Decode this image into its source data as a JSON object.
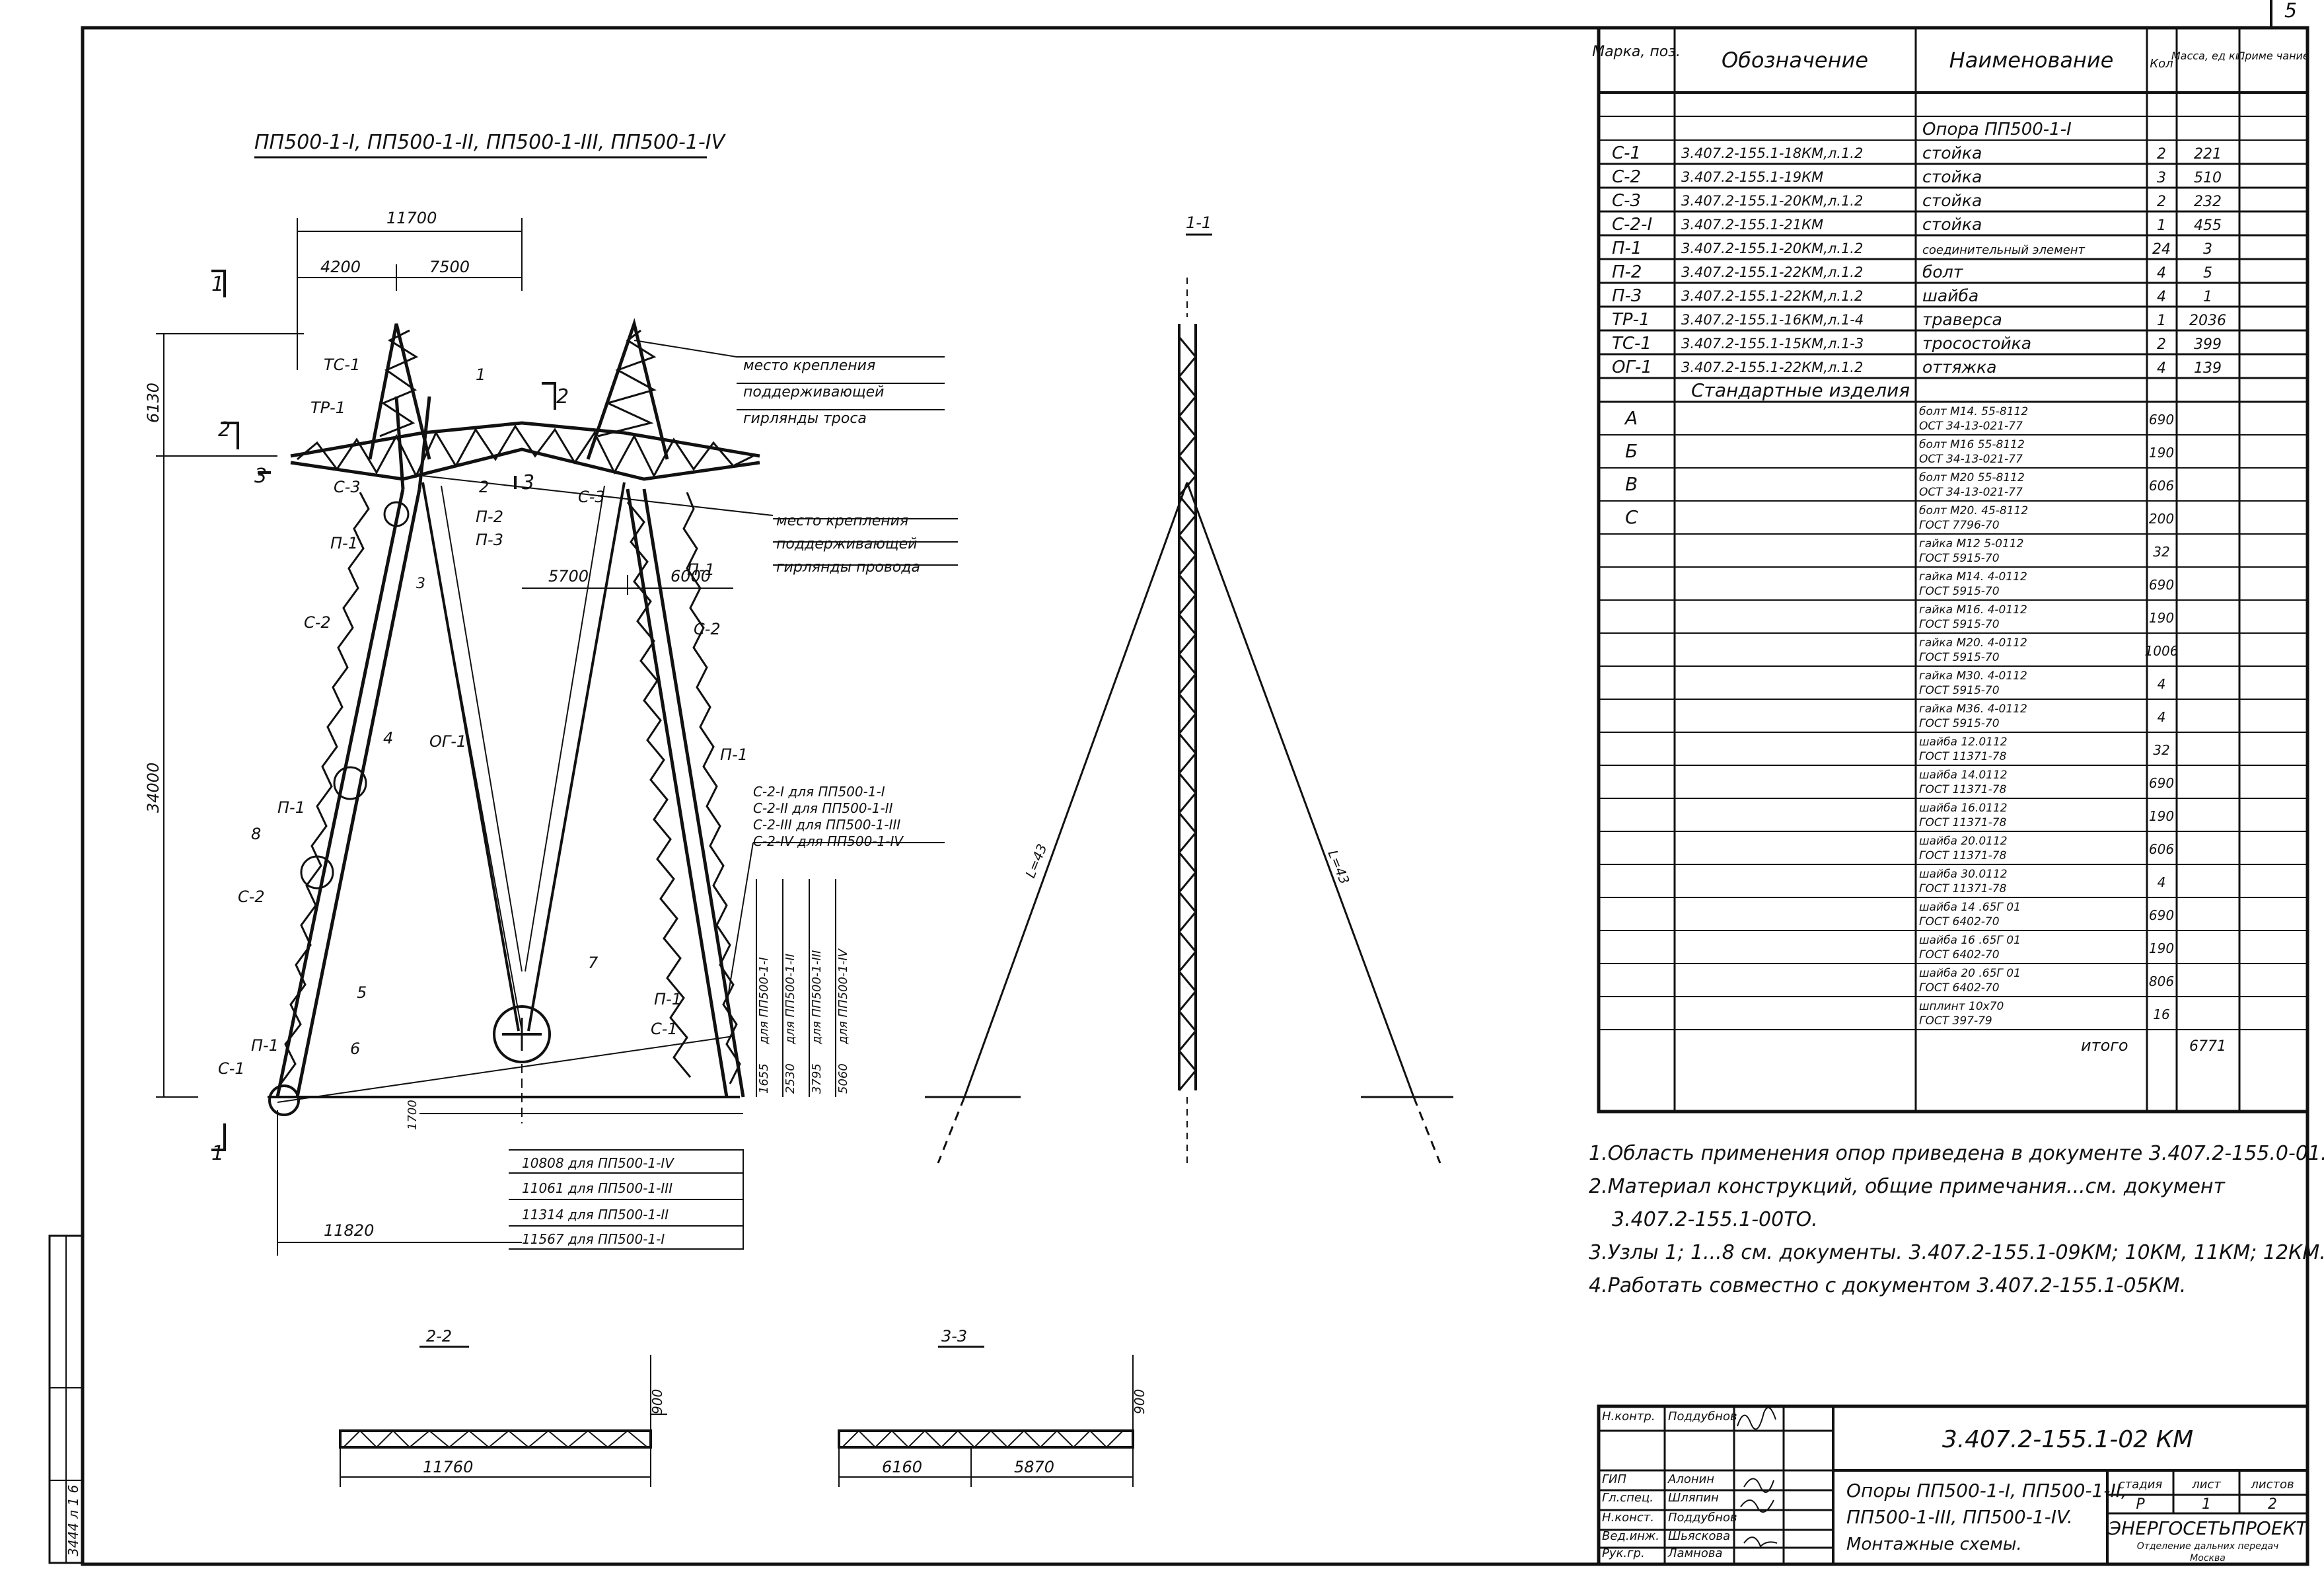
{
  "sheet_number": "5",
  "drawing_title": "ПП500-1-I, ПП500-1-II, ПП500-1-III, ПП500-1-IV",
  "section_labels": {
    "s11": "1-1",
    "s22": "2-2",
    "s33": "3-3",
    "cut1": "1",
    "cut2": "2",
    "cut3": "3"
  },
  "front_view": {
    "dims_top": {
      "total": "11700",
      "left": "4200",
      "right": "7500"
    },
    "dim_left_top": "6130",
    "dim_height": "34000",
    "dims_middle": {
      "a": "5700",
      "b": "6000"
    },
    "dim_bottom_left": "11820",
    "dim_small": "1700",
    "parts": {
      "tp1": "ТР-1",
      "tc1": "ТС-1",
      "c3": "С-3",
      "c3b": "С-3",
      "p1": "П-1",
      "p2": "П-2",
      "p3": "П-3",
      "c2": "С-2",
      "c2r": "С-2",
      "og1": "ОГ-1",
      "c1": "С-1",
      "c1r": "С-1",
      "n1": "1",
      "n2": "2",
      "n3": "3",
      "n4": "4",
      "n5": "5",
      "n6": "6",
      "n7": "7",
      "n8": "8"
    },
    "note_cable": [
      "место крепления",
      "поддерживающей",
      "гирлянды троса"
    ],
    "note_wire": [
      "место крепления",
      "поддерживающей",
      "гирлянды провода"
    ],
    "variants_c2": [
      "С-2-I для ПП500-1-I",
      "С-2-II для ПП500-1-II",
      "С-2-III для ПП500-1-III",
      "С-2-IV для ПП500-1-IV"
    ],
    "vertical_dims": [
      {
        "value": "1655",
        "label": "для ПП500-1-I"
      },
      {
        "value": "2530",
        "label": "для ПП500-1-II"
      },
      {
        "value": "3795",
        "label": "для ПП500-1-III"
      },
      {
        "value": "5060",
        "label": "для ПП500-1-IV"
      }
    ],
    "base_dims": [
      "10808 для ПП500-1-IV",
      "11061 для ПП500-1-III",
      "11314 для ПП500-1-II",
      "11567 для ПП500-1-I"
    ]
  },
  "side_view": {
    "guy_left": "L=43",
    "guy_right": "L=43"
  },
  "section_22": {
    "dim": "11760",
    "height": "900"
  },
  "section_33": {
    "dim_a": "6160",
    "dim_b": "5870",
    "height": "900"
  },
  "table": {
    "headers": [
      "Марка, поз.",
      "Обозначение",
      "Наименование",
      "Кол",
      "Масса, ед кг.",
      "Приме чание"
    ],
    "group_title": "Опора ПП500-1-I",
    "rows": [
      {
        "mark": "С-1",
        "code": "3.407.2-155.1-18КМ,л.1.2",
        "name": "стойка",
        "qty": "2",
        "mass": "221"
      },
      {
        "mark": "С-2",
        "code": "3.407.2-155.1-19КМ",
        "name": "стойка",
        "qty": "3",
        "mass": "510"
      },
      {
        "mark": "С-3",
        "code": "3.407.2-155.1-20КМ,л.1.2",
        "name": "стойка",
        "qty": "2",
        "mass": "232"
      },
      {
        "mark": "С-2-I",
        "code": "3.407.2-155.1-21КМ",
        "name": "стойка",
        "qty": "1",
        "mass": "455"
      },
      {
        "mark": "П-1",
        "code": "3.407.2-155.1-20КМ,л.1.2",
        "name": "соединительный элемент",
        "qty": "24",
        "mass": "3"
      },
      {
        "mark": "П-2",
        "code": "3.407.2-155.1-22КМ,л.1.2",
        "name": "болт",
        "qty": "4",
        "mass": "5"
      },
      {
        "mark": "П-3",
        "code": "3.407.2-155.1-22КМ,л.1.2",
        "name": "шайба",
        "qty": "4",
        "mass": "1"
      },
      {
        "mark": "ТР-1",
        "code": "3.407.2-155.1-16КМ,л.1-4",
        "name": "траверса",
        "qty": "1",
        "mass": "2036"
      },
      {
        "mark": "ТС-1",
        "code": "3.407.2-155.1-15КМ,л.1-3",
        "name": "тросостойка",
        "qty": "2",
        "mass": "399"
      },
      {
        "mark": "ОГ-1",
        "code": "3.407.2-155.1-22КМ,л.1.2",
        "name": "оттяжка",
        "qty": "4",
        "mass": "139"
      }
    ],
    "std_title": "Стандартные изделия",
    "std_rows": [
      {
        "mark": "А",
        "name": [
          "болт М14. 55-8112",
          "ОСТ 34-13-021-77"
        ],
        "qty": "690"
      },
      {
        "mark": "Б",
        "name": [
          "болт М16 55-8112",
          "ОСТ 34-13-021-77"
        ],
        "qty": "190"
      },
      {
        "mark": "В",
        "name": [
          "болт М20 55-8112",
          "ОСТ 34-13-021-77"
        ],
        "qty": "606"
      },
      {
        "mark": "С",
        "name": [
          "болт М20. 45-8112",
          "ГОСТ 7796-70"
        ],
        "qty": "200"
      },
      {
        "mark": "",
        "name": [
          "гайка М12 5-0112",
          "ГОСТ 5915-70"
        ],
        "qty": "32"
      },
      {
        "mark": "",
        "name": [
          "гайка М14. 4-0112",
          "ГОСТ 5915-70"
        ],
        "qty": "690"
      },
      {
        "mark": "",
        "name": [
          "гайка М16. 4-0112",
          "ГОСТ 5915-70"
        ],
        "qty": "190"
      },
      {
        "mark": "",
        "name": [
          "гайка М20. 4-0112",
          "ГОСТ 5915-70"
        ],
        "qty": "1006"
      },
      {
        "mark": "",
        "name": [
          "гайка М30. 4-0112",
          "ГОСТ 5915-70"
        ],
        "qty": "4"
      },
      {
        "mark": "",
        "name": [
          "гайка М36. 4-0112",
          "ГОСТ 5915-70"
        ],
        "qty": "4"
      },
      {
        "mark": "",
        "name": [
          "шайба 12.0112",
          "ГОСТ 11371-78"
        ],
        "qty": "32"
      },
      {
        "mark": "",
        "name": [
          "шайба 14.0112",
          "ГОСТ 11371-78"
        ],
        "qty": "690"
      },
      {
        "mark": "",
        "name": [
          "шайба 16.0112",
          "ГОСТ 11371-78"
        ],
        "qty": "190"
      },
      {
        "mark": "",
        "name": [
          "шайба 20.0112",
          "ГОСТ 11371-78"
        ],
        "qty": "606"
      },
      {
        "mark": "",
        "name": [
          "шайба 30.0112",
          "ГОСТ 11371-78"
        ],
        "qty": "4"
      },
      {
        "mark": "",
        "name": [
          "шайба 14 .65Г 01",
          "ГОСТ 6402-70"
        ],
        "qty": "690"
      },
      {
        "mark": "",
        "name": [
          "шайба 16 .65Г 01",
          "ГОСТ 6402-70"
        ],
        "qty": "190"
      },
      {
        "mark": "",
        "name": [
          "шайба 20 .65Г 01",
          "ГОСТ 6402-70"
        ],
        "qty": "806"
      },
      {
        "mark": "",
        "name": [
          "шплинт 10х70",
          "ГОСТ 397-79"
        ],
        "qty": "16"
      }
    ],
    "total_label": "итого",
    "total_value": "6771"
  },
  "notes": [
    "1.Область применения опор приведена в документе 3.407.2-155.0-01.",
    "2.Материал конструкций, общие примечания...см. документ",
    "3.407.2-155.1-00ТО.",
    "3.Узлы 1; 1...8 см. документы. 3.407.2-155.1-09КМ; 10КМ, 11КМ; 12КМ.",
    "4.Работать совместно с документом 3.407.2-155.1-05КМ."
  ],
  "title_block": {
    "doc_code": "3.407.2-155.1-02 КМ",
    "title_lines": [
      "Опоры ПП500-1-I, ПП500-1-II,",
      "ПП500-1-III, ПП500-1-IV.",
      "Монтажные схемы."
    ],
    "stage_labels": [
      "стадия",
      "лист",
      "листов"
    ],
    "stage_values": [
      "Р",
      "1",
      "2"
    ],
    "org": "ЭНЕРГОСЕТЬПРОЕКТ",
    "org_sub": "Отделение дальних передач",
    "city": "Москва",
    "roles": [
      {
        "role": "Н.контр.",
        "name": "Поддубнов"
      },
      {
        "role": "ГИП",
        "name": "Алонин"
      },
      {
        "role": "Гл.спец.",
        "name": "Шляпин"
      },
      {
        "role": "Н.конст.",
        "name": "Поддубнов"
      },
      {
        "role": "Вед.инж.",
        "name": "Шьяскова"
      },
      {
        "role": "Рук.гр.",
        "name": "Ламнова"
      }
    ],
    "side_stamp": "3444 л 1 6"
  }
}
